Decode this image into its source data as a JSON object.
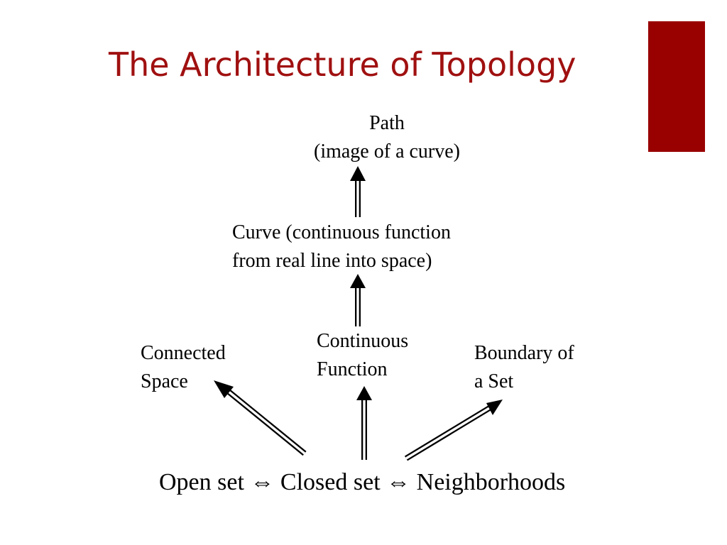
{
  "slide": {
    "title": "The Architecture of Topology",
    "accent_color": "#990000",
    "title_color": "#a01010",
    "text_color": "#000000"
  },
  "nodes": {
    "path": {
      "line1": "Path",
      "line2": "(image of a curve)"
    },
    "curve": {
      "line1": "Curve (continuous function",
      "line2": "from real line into space)"
    },
    "connected_space": {
      "line1": "Connected",
      "line2": "Space"
    },
    "continuous_function": {
      "line1": "Continuous",
      "line2": "Function"
    },
    "boundary_of_set": {
      "line1": "Boundary of",
      "line2": "a Set"
    },
    "base": {
      "part1": "Open set",
      "arrow1": "⇔",
      "part2": "Closed set",
      "arrow2": "⇔",
      "part3": "Neighborhoods"
    }
  },
  "edges": [
    {
      "from": "Open set ⇔ Closed set ⇔ Neighborhoods",
      "to": "Connected Space"
    },
    {
      "from": "Open set ⇔ Closed set ⇔ Neighborhoods",
      "to": "Continuous Function"
    },
    {
      "from": "Open set ⇔ Closed set ⇔ Neighborhoods",
      "to": "Boundary of a Set"
    },
    {
      "from": "Continuous Function",
      "to": "Curve (continuous function from real line into space)"
    },
    {
      "from": "Curve (continuous function from real line into space)",
      "to": "Path (image of a curve)"
    }
  ]
}
